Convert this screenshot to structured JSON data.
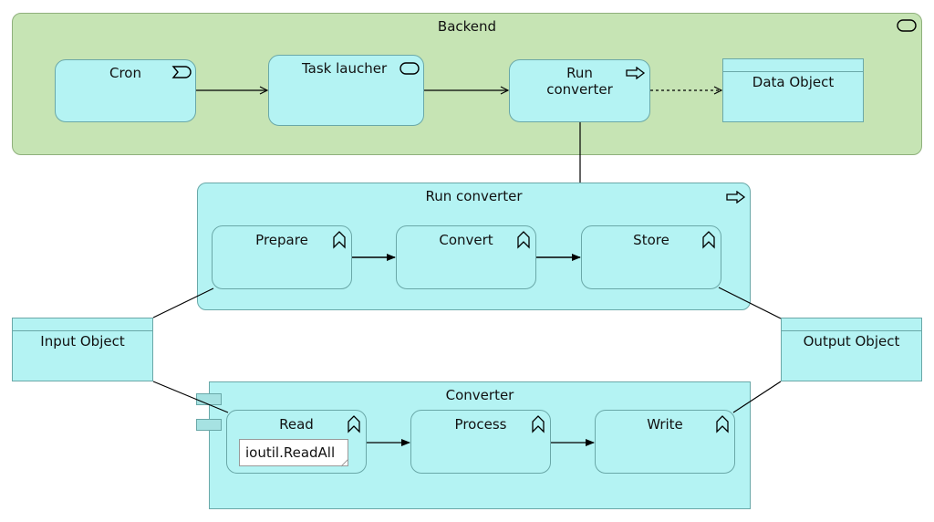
{
  "backend": {
    "title": "Backend",
    "icon": "rounded-rect-service-icon"
  },
  "cron": {
    "label": "Cron",
    "icon": "event-icon"
  },
  "task_launcher": {
    "label": "Task laucher",
    "icon": "rounded-rect-service-icon"
  },
  "run_converter_small": {
    "label_line1": "Run",
    "label_line2": "converter",
    "icon": "process-arrow-icon"
  },
  "data_object": {
    "label": "Data Object"
  },
  "run_converter_group": {
    "title": "Run converter",
    "icon": "process-arrow-icon"
  },
  "prepare": {
    "label": "Prepare",
    "icon": "function-chevron-icon"
  },
  "convert": {
    "label": "Convert",
    "icon": "function-chevron-icon"
  },
  "store": {
    "label": "Store",
    "icon": "function-chevron-icon"
  },
  "input_object": {
    "label": "Input Object"
  },
  "output_object": {
    "label": "Output Object"
  },
  "converter_group": {
    "title": "Converter",
    "icon": "component-icon"
  },
  "read": {
    "label": "Read",
    "icon": "function-chevron-icon",
    "note": "ioutil.ReadAll"
  },
  "process": {
    "label": "Process",
    "icon": "function-chevron-icon"
  },
  "write": {
    "label": "Write",
    "icon": "function-chevron-icon"
  },
  "colors": {
    "group_green": "#c6e4b4",
    "element_cyan": "#b4f3f3",
    "border": "#6aa8a8"
  }
}
